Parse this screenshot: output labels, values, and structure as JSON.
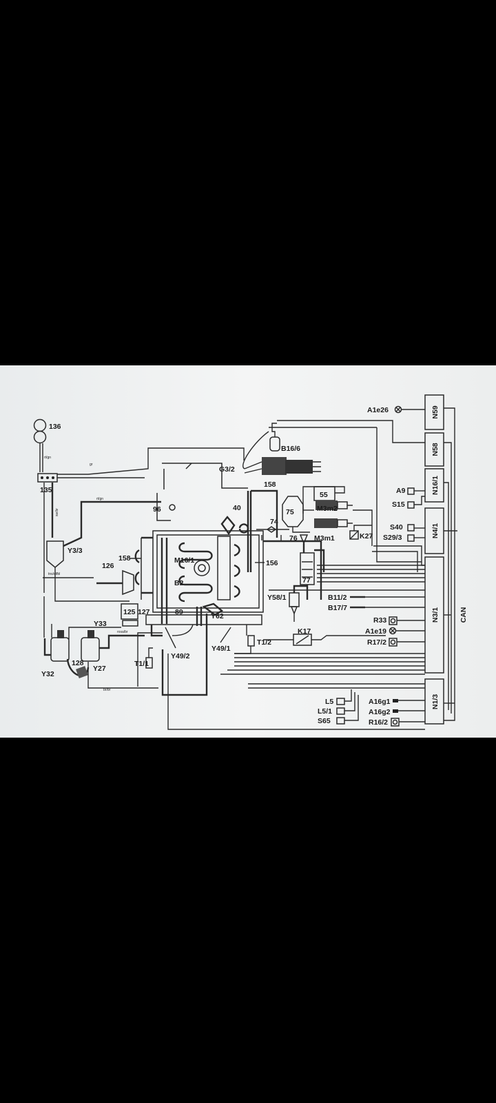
{
  "diagram": {
    "modules_right": [
      {
        "id": "n59",
        "text": "N59"
      },
      {
        "id": "n58",
        "text": "N58"
      },
      {
        "id": "n16-1",
        "text": "N16/1"
      },
      {
        "id": "n4-1",
        "text": "N4/1"
      },
      {
        "id": "n3-1",
        "text": "N3/1"
      },
      {
        "id": "n1-3",
        "text": "N1/3"
      }
    ],
    "bus_label": "CAN",
    "component_labels": {
      "a1e26": "A1e26",
      "a9": "A9",
      "s15": "S15",
      "s40": "S40",
      "s29_3": "S29/3",
      "b11_2": "B11/2",
      "b17_7": "B17/7",
      "r33": "R33",
      "a1e19": "A1e19",
      "r17_2": "R17/2",
      "l5": "L5",
      "l5_1": "L5/1",
      "s65": "S65",
      "a16g1": "A16g1",
      "a16g2": "A16g2",
      "r16_2": "R16/2",
      "b16_6": "B16/6",
      "g3_2": "G3/2",
      "c158": "158",
      "c55": "55",
      "m3m2": "M3m2",
      "m3m1": "M3m1",
      "c75": "75",
      "c74": "74",
      "c76": "76",
      "k27": "K27",
      "c77": "77",
      "c40": "40",
      "c96": "96",
      "c136": "136",
      "c135": "135",
      "y3_3": "Y3/3",
      "c158b": "158",
      "c156": "156",
      "c126": "126",
      "m16_1": "M16/1",
      "b2": "B2",
      "y58_1": "Y58/1",
      "k17": "K17",
      "c125": "125",
      "c127": "127",
      "c89": "89",
      "y62": "Y62",
      "y33": "Y33",
      "y49_2": "Y49/2",
      "y49_1": "Y49/1",
      "t1_1": "T1/1",
      "t1_2": "T1/2",
      "y32": "Y32",
      "c128": "128",
      "y27": "Y27"
    }
  }
}
